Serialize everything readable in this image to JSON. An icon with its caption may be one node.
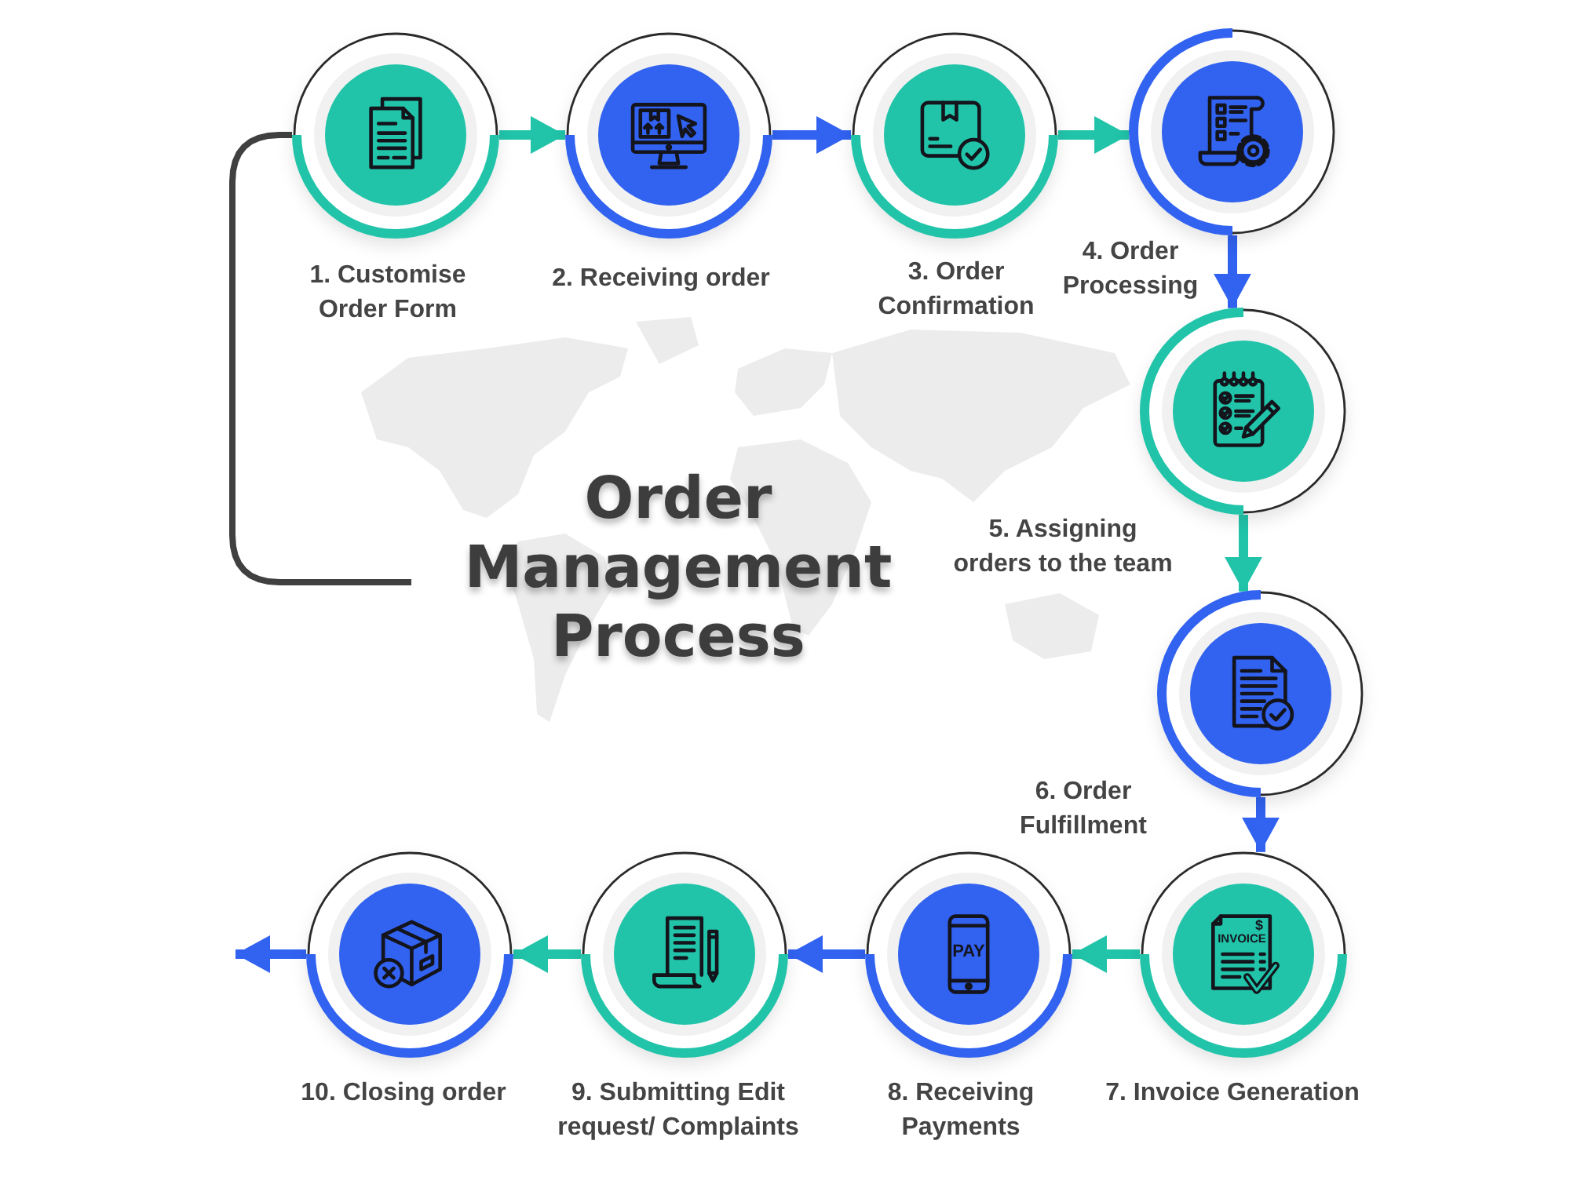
{
  "diagram": {
    "nodes": [
      {
        "text": [],
        "shape": "circle",
        "beside": [
          "1. Customise Order Form"
        ]
      },
      {
        "text": [],
        "shape": "circle",
        "beside": [
          "2. Receiving order"
        ]
      },
      {
        "text": [],
        "shape": "circle",
        "beside": [
          "3. Order Confirmation"
        ]
      },
      {
        "text": [],
        "shape": "circle",
        "beside": [
          "4. Order Processing"
        ]
      },
      {
        "text": [],
        "shape": "circle",
        "beside": [
          "5. Assigning orders to the team"
        ]
      },
      {
        "text": [],
        "shape": "circle",
        "beside": [
          "6. Order Fulfillment"
        ]
      },
      {
        "text": [],
        "shape": "circle",
        "beside": [
          "7. Invoice Generation"
        ]
      },
      {
        "text": [],
        "shape": "circle",
        "beside": [
          "8. Receiving Payments"
        ]
      },
      {
        "text": [],
        "shape": "circle",
        "beside": [
          "9. Submitting Edit request/ Complaints"
        ]
      },
      {
        "text": [],
        "shape": "circle",
        "beside": [
          "10. Closing order"
        ]
      },
      {
        "text": [
          "Order Management Process"
        ]
      }
    ],
    "edges": [
      {
        "from": 0,
        "to": 1,
        "arrow": "to",
        "color": "#21c4a9"
      },
      {
        "from": 1,
        "to": 2,
        "arrow": "to",
        "color": "#3162f0"
      },
      {
        "from": 2,
        "to": 3,
        "arrow": "to",
        "color": "#21c4a9"
      },
      {
        "from": 3,
        "to": 4,
        "arrow": "to",
        "color": "#3162f0"
      },
      {
        "from": 4,
        "to": 5,
        "arrow": "to",
        "color": "#21c4a9"
      },
      {
        "from": 5,
        "to": 6,
        "arrow": "to",
        "color": "#3162f0"
      },
      {
        "from": 6,
        "to": 7,
        "arrow": "to",
        "color": "#21c4a9"
      },
      {
        "from": 7,
        "to": 8,
        "arrow": "to",
        "color": "#3162f0"
      },
      {
        "from": 8,
        "to": 9,
        "arrow": "to",
        "color": "#21c4a9"
      },
      {
        "from": 9,
        "to": null,
        "arrow": "to",
        "color": "#3162f0"
      },
      {
        "from": 10,
        "to": 0,
        "arrow": "none",
        "color": "#404040"
      }
    ],
    "labels": [
      "PAY",
      "$",
      "INVOICE"
    ]
  }
}
